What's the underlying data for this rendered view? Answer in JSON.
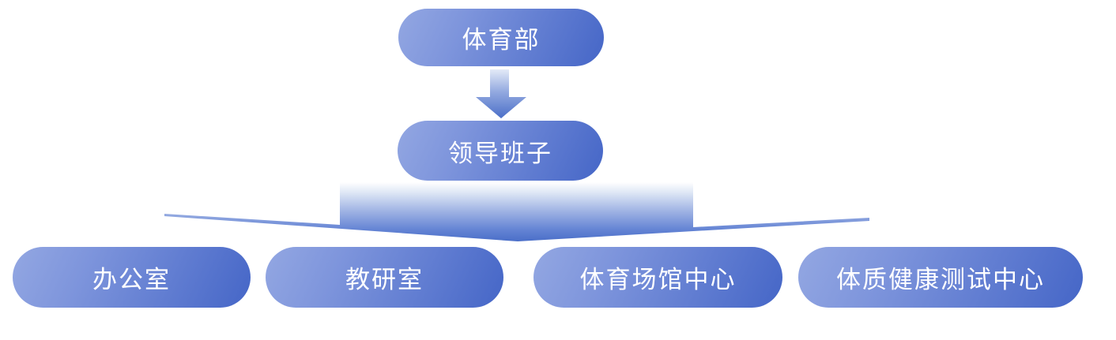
{
  "diagram": {
    "type": "org-chart",
    "root": {
      "label": "体育部"
    },
    "level2": {
      "label": "领导班子"
    },
    "level3": [
      {
        "label": "办公室"
      },
      {
        "label": "教研室"
      },
      {
        "label": "体育场馆中心"
      },
      {
        "label": "体质健康测试中心"
      }
    ],
    "connectors": [
      {
        "name": "down-arrow",
        "from": "体育部",
        "to": "领导班子"
      },
      {
        "name": "fan-out-arrow",
        "from": "领导班子",
        "to": "办公室 / 教研室 / 体育场馆中心 / 体质健康测试中心"
      }
    ],
    "colors": {
      "pill_gradient_light": "#93a7e2",
      "pill_gradient_dark": "#4566c7",
      "arrow_gradient_light": "#e3eaf7",
      "arrow_gradient_dark": "#4a6ec8",
      "label_text": "#ffffff",
      "background": "#ffffff"
    }
  }
}
